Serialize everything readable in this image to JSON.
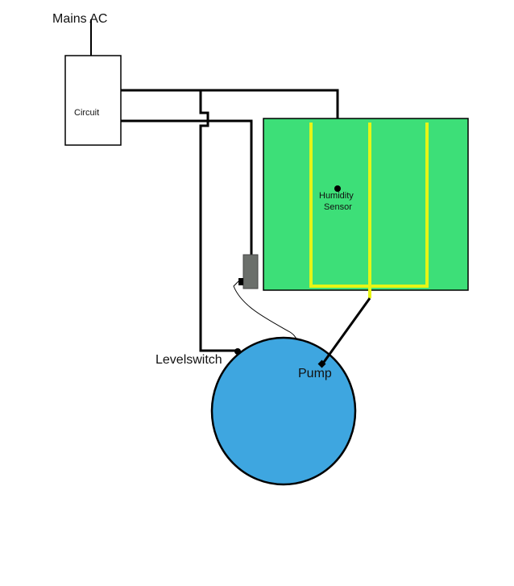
{
  "labels": {
    "mains": "Mains AC",
    "circuit": "Circuit",
    "humidity_line1": "Humidity",
    "humidity_line2": "Sensor",
    "levelswitch": "Levelswitch",
    "pump": "Pump"
  },
  "colors": {
    "wire": "#000000",
    "tray_fill": "#3ddf78",
    "irrigation_pipe": "#e6f516",
    "reservoir_fill": "#3ea6e0",
    "valve_fill": "#6b6f6b",
    "background": "#ffffff"
  }
}
